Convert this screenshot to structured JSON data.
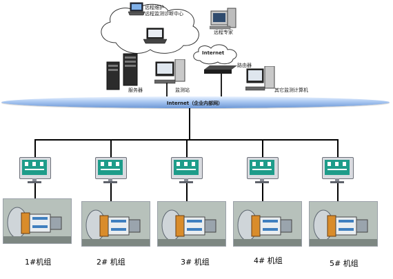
{
  "network": {
    "remote_cloud": {
      "line1": "远程维护",
      "line2": "远程监测诊断中心"
    },
    "remote_expert_label": "远程专家",
    "internet_label": "Internet",
    "router_label": "路由器",
    "server_label": "服务器",
    "station_label": "监测站",
    "other_pc_label": "其它监测计算机",
    "lan_label": "Internet（企业内部网）"
  },
  "units": [
    {
      "label": "1#机组"
    },
    {
      "label": "2#  机组"
    },
    {
      "label": "3#  机组"
    },
    {
      "label": "4#  机组"
    },
    {
      "label": "5#  机组"
    }
  ],
  "colors": {
    "bus": "#7fa6dc",
    "screen": "#1e9c8a",
    "wire": "#000000"
  }
}
